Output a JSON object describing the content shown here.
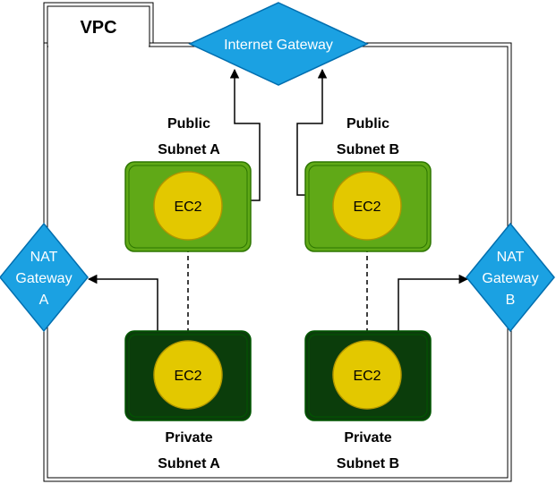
{
  "vpc": {
    "label": "VPC"
  },
  "internet_gateway": {
    "label": "Internet Gateway"
  },
  "nat_gateway_a": {
    "line1": "NAT",
    "line2": "Gateway",
    "line3": "A"
  },
  "nat_gateway_b": {
    "line1": "NAT",
    "line2": "Gateway",
    "line3": "B"
  },
  "public_subnet_a": {
    "line1": "Public",
    "line2": "Subnet A",
    "instance": "EC2"
  },
  "public_subnet_b": {
    "line1": "Public",
    "line2": "Subnet B",
    "instance": "EC2"
  },
  "private_subnet_a": {
    "line1": "Private",
    "line2": "Subnet A",
    "instance": "EC2"
  },
  "private_subnet_b": {
    "line1": "Private",
    "line2": "Subnet B",
    "instance": "EC2"
  },
  "colors": {
    "gateway_fill": "#1ba1e2",
    "gateway_stroke": "#006eaf",
    "public_fill": "#60a917",
    "public_stroke": "#2d7600",
    "private_fill": "#0b3d0b",
    "private_stroke": "#005700",
    "ec2_fill": "#e3c800",
    "ec2_stroke": "#b09500"
  }
}
